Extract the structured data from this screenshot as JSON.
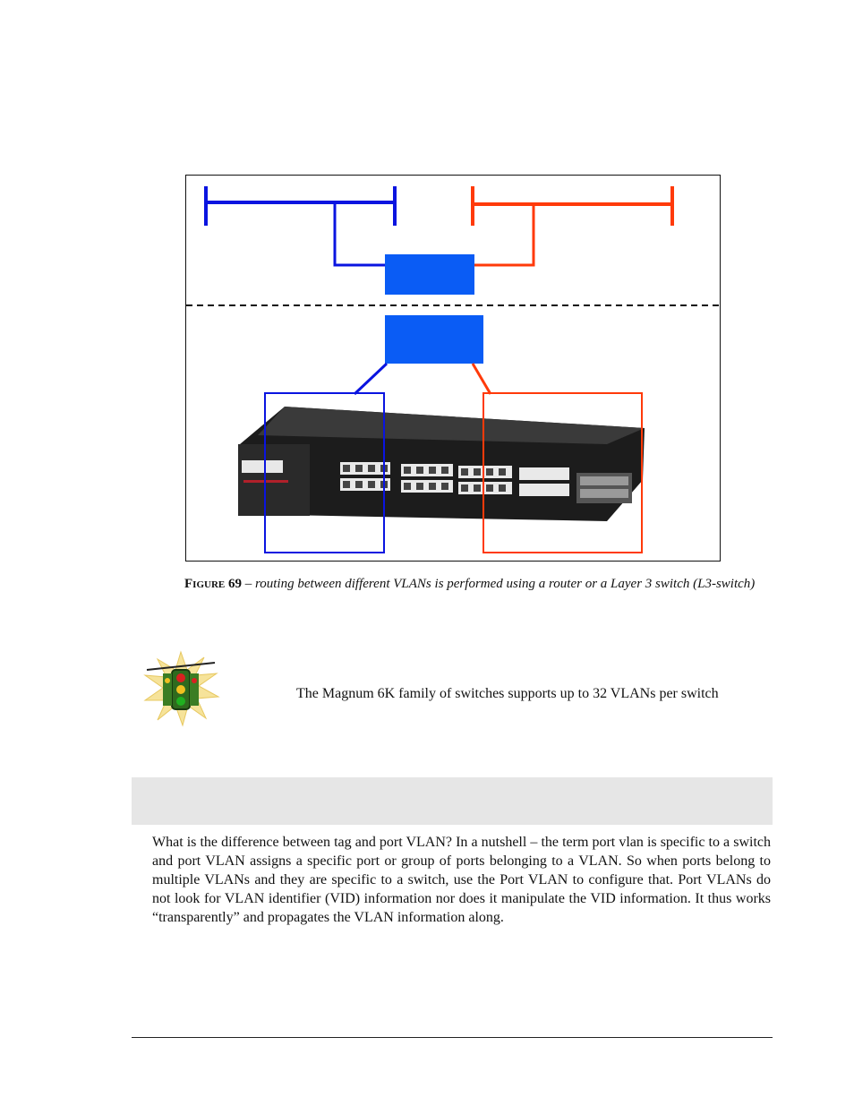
{
  "figure": {
    "label": "Figure 69",
    "separator": " – ",
    "caption": "routing between different VLANs is performed using a router or a Layer 3 switch (L3-switch)"
  },
  "colors": {
    "vlan_a": "#0a14e0",
    "vlan_b": "#ff3a0a",
    "router_box": "#0a5cf5"
  },
  "note": {
    "icon": "traffic-light-icon",
    "text": "The Magnum 6K family of switches supports up to 32 VLANs per switch"
  },
  "body": {
    "paragraph": "What is the difference between tag and port VLAN? In a nutshell – the term port vlan is specific to a switch and port VLAN assigns a specific port or group of ports belonging to a VLAN.  So when ports belong to multiple VLANs and they are specific to a switch, use the Port VLAN to configure that. Port VLANs do not look for VLAN identifier (VID) information nor does it manipulate the VID information. It thus works “transparently” and propagates the VLAN information along."
  }
}
